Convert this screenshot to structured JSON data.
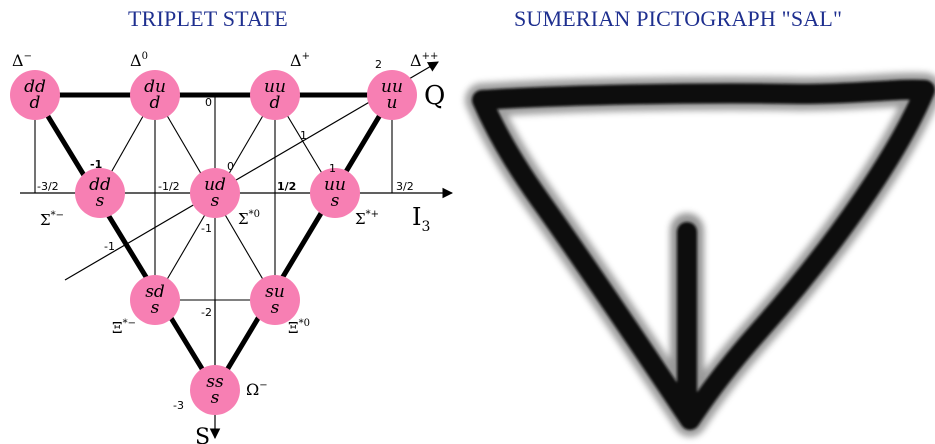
{
  "titles": {
    "left": "TRIPLET STATE",
    "right": "SUMERIAN PICTOGRAPH \"SAL\""
  },
  "axes": {
    "q_label": "Q",
    "i3_label": "I",
    "i3_sub": "3",
    "s_label": "S"
  },
  "particles": [
    {
      "id": "delta-minus",
      "quarks_top": "dd",
      "quarks_bottom": "d",
      "name": "Δ",
      "sup": "−"
    },
    {
      "id": "delta-zero",
      "quarks_top": "du",
      "quarks_bottom": "d",
      "name": "Δ",
      "sup": "0"
    },
    {
      "id": "delta-plus",
      "quarks_top": "uu",
      "quarks_bottom": "d",
      "name": "Δ",
      "sup": "+"
    },
    {
      "id": "delta-plusplus",
      "quarks_top": "uu",
      "quarks_bottom": "u",
      "name": "Δ",
      "sup": "++"
    },
    {
      "id": "sigma-minus",
      "quarks_top": "dd",
      "quarks_bottom": "s",
      "name": "Σ",
      "sup": "*−"
    },
    {
      "id": "sigma-zero",
      "quarks_top": "ud",
      "quarks_bottom": "s",
      "name": "Σ",
      "sup": "*0"
    },
    {
      "id": "sigma-plus",
      "quarks_top": "uu",
      "quarks_bottom": "s",
      "name": "Σ",
      "sup": "*+"
    },
    {
      "id": "xi-minus",
      "quarks_top": "sd",
      "quarks_bottom": "s",
      "name": "Ξ",
      "sup": "*−"
    },
    {
      "id": "xi-zero",
      "quarks_top": "su",
      "quarks_bottom": "s",
      "name": "Ξ",
      "sup": "*0"
    },
    {
      "id": "omega-minus",
      "quarks_top": "ss",
      "quarks_bottom": "s",
      "name": "Ω",
      "sup": "−"
    }
  ],
  "numbers": {
    "i3_neg32": "-3/2",
    "i3_neg12": "-1/2",
    "i3_pos12": "1/2",
    "i3_pos32": "3/2",
    "q_two": "2",
    "q_one_right": "1",
    "q_one": "1",
    "q_zero_top": "0",
    "q_zero": "0",
    "q_neg1": "-1",
    "q_neg1_diag": "-1",
    "s_neg1": "-1",
    "s_neg2": "-2",
    "s_neg3": "-3"
  },
  "colors": {
    "title": "#1e2f8f",
    "node": "#f77fb3",
    "line": "#000000"
  }
}
